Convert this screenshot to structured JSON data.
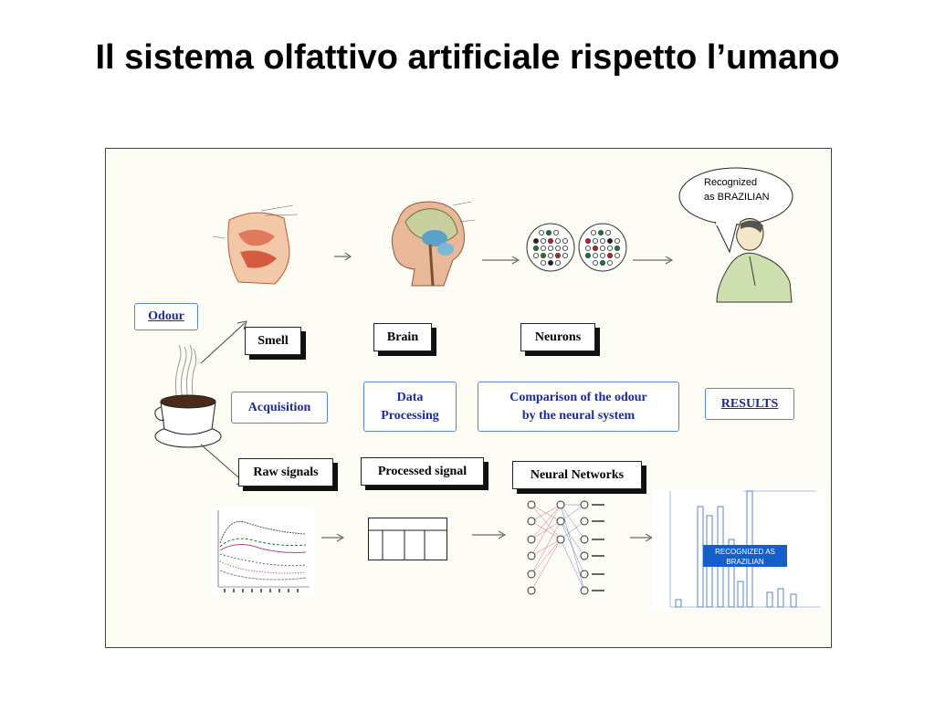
{
  "slide": {
    "title": "Il sistema olfattivo artificiale rispetto l’umano"
  },
  "diagram": {
    "speech_bubble": {
      "line1": "Recognized",
      "line2": "as BRAZILIAN"
    },
    "labels": {
      "odour": "Odour",
      "smell": "Smell",
      "brain": "Brain",
      "neurons": "Neurons",
      "acquisition": "Acquisition",
      "data_processing_1": "Data",
      "data_processing_2": "Processing",
      "comparison_1": "Comparison of the odour",
      "comparison_2": "by the neural  system",
      "results": "RESULTS",
      "raw_signals": "Raw signals",
      "processed_signal": "Processed signal",
      "neural_networks": "Neural Networks"
    },
    "result_chart": {
      "label_1": "RECOGNIZED AS",
      "label_2": "BRAZILIAN"
    },
    "colors": {
      "box_text": "#1b2a9a",
      "box_border": "#5a86c8",
      "result_label_bg": "#1560c8"
    }
  }
}
